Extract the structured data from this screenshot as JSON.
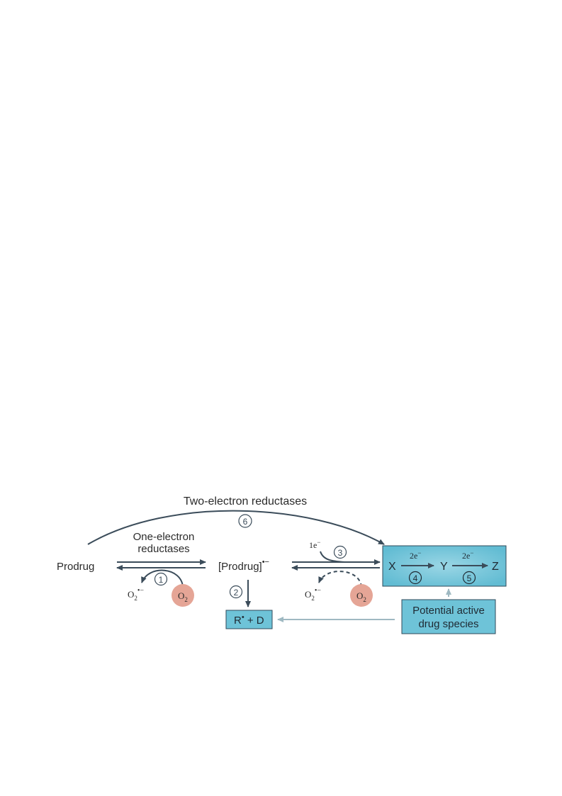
{
  "diagram": {
    "two_electron_label": "Two-electron reductases",
    "one_electron_label_line1": "One-electron",
    "one_electron_label_line2": "reductases",
    "prodrug": "Prodrug",
    "radical_anion": "[Prodrug]",
    "radical_anion_superscript": "•−",
    "one_e": "1e",
    "one_e_sup": "−",
    "x": "X",
    "y": "Y",
    "z": "Z",
    "two_e_1": "2e",
    "two_e_2": "2e",
    "two_e_sup": "−",
    "step_1": "1",
    "step_2": "2",
    "step_3": "3",
    "step_4": "4",
    "step_5": "5",
    "step_6": "6",
    "o2": "O",
    "o2_sub": "2",
    "superoxide": "O",
    "superoxide_sub": "2",
    "superoxide_sup": "•−",
    "products_r": "R",
    "products_r_sup": "•",
    "products_rest": " + D",
    "active_species_line1": "Potential active",
    "active_species_line2": "drug species",
    "colors": {
      "arrow": "#3b4c5a",
      "box_fill": "#6ec3d8",
      "box_stroke": "#2f4a5a",
      "oxygen_fill": "#e5a596",
      "light_arrow": "#9fb9c2"
    }
  }
}
